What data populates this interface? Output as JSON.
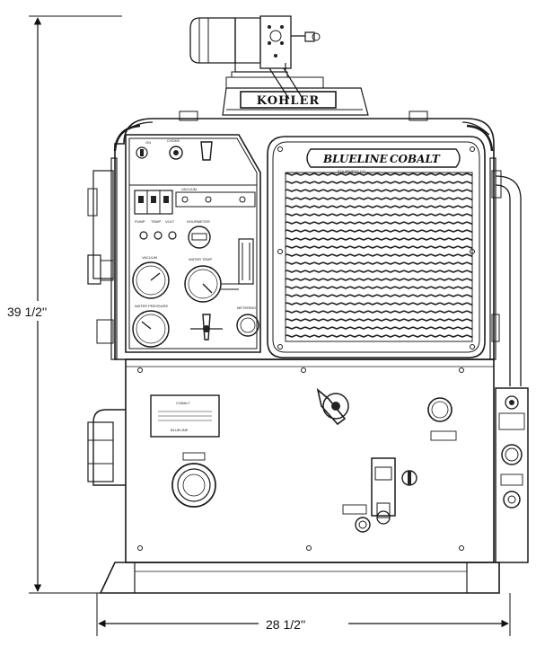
{
  "dimensions": {
    "height_label": "39 1/2''",
    "width_label": "28 1/2''"
  },
  "branding": {
    "engine_brand": "KOHLER",
    "panel_brand_left": "BLUELINE",
    "panel_brand_right": "COBALT",
    "panel_brand_sub": "EQUIPMENT CO."
  },
  "nameplate": {
    "title": "COBALT",
    "maker": "BLUELINE"
  },
  "colors": {
    "line": "#1a1a1a",
    "background": "#ffffff"
  }
}
